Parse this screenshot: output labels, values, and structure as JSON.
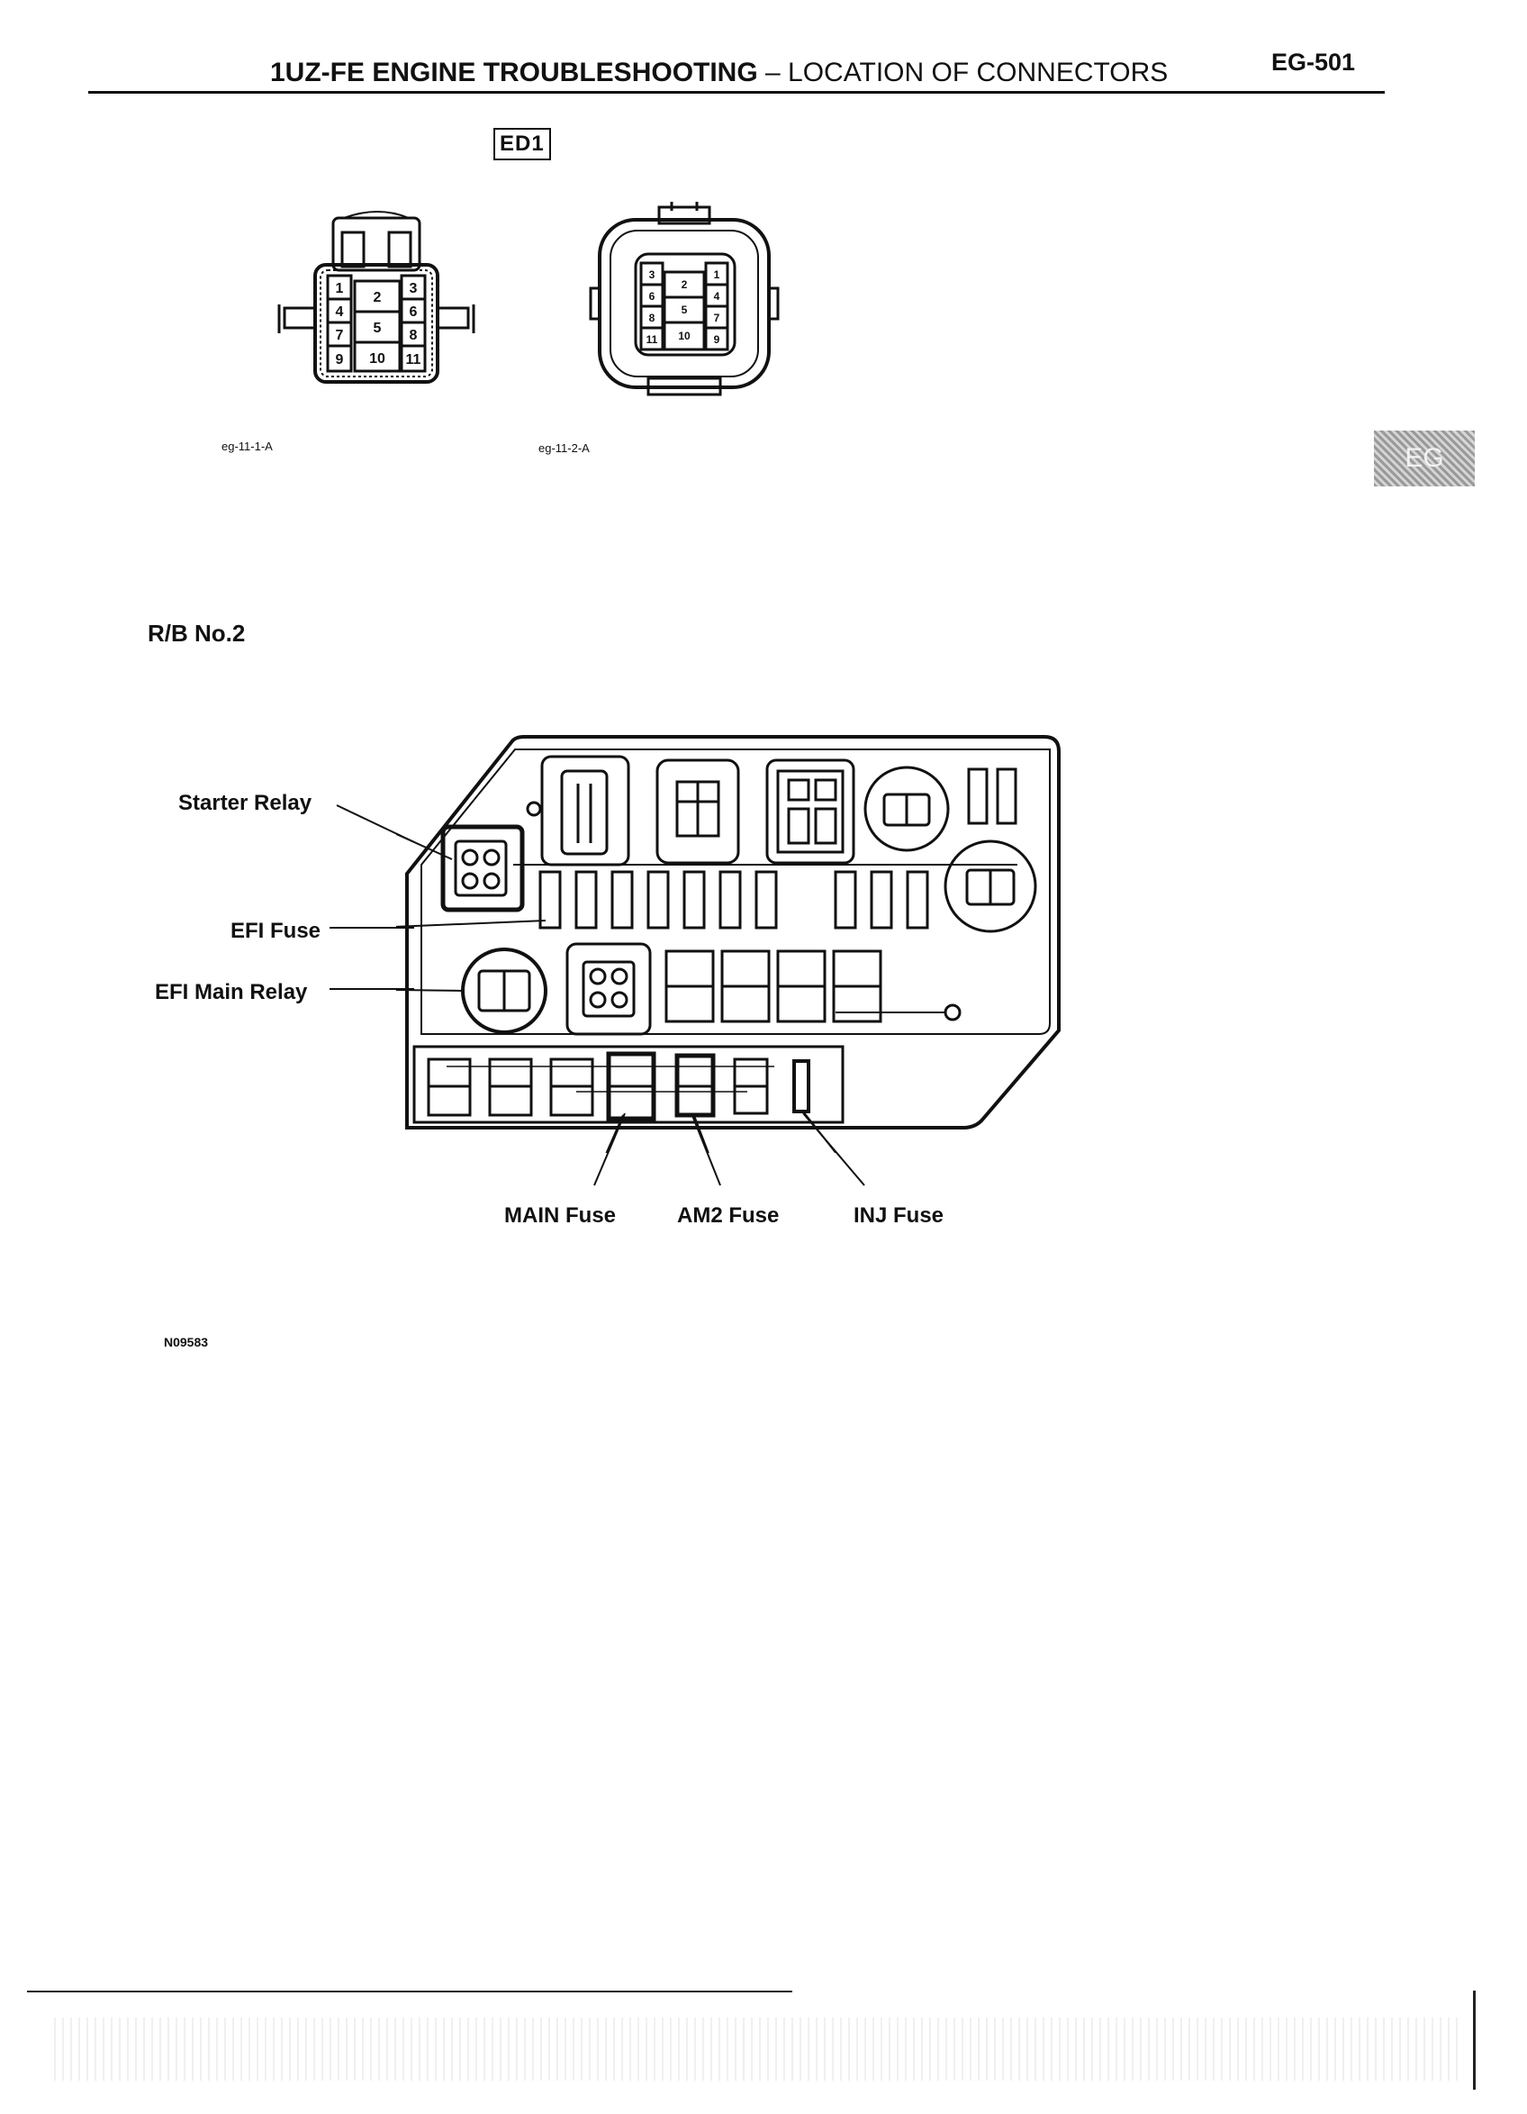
{
  "header": {
    "title_bold": "1UZ-FE ENGINE TROUBLESHOOTING",
    "title_rest": " – LOCATION OF CONNECTORS",
    "page_number": "EG-501"
  },
  "connector_section": {
    "connector_code": "ED1",
    "left_connector": {
      "caption": "eg-11-1-A",
      "pins": [
        "1",
        "2",
        "3",
        "4",
        "5",
        "6",
        "7",
        "8",
        "9",
        "10",
        "11"
      ]
    },
    "right_connector": {
      "caption": "eg-11-2-A",
      "pins": [
        "3",
        "2",
        "1",
        "6",
        "5",
        "4",
        "8",
        "7",
        "10",
        "11",
        "9"
      ]
    }
  },
  "side_tab": "EG",
  "relay_block": {
    "title": "R/B No.2",
    "labels": {
      "starter_relay": "Starter Relay",
      "efi_fuse": "EFI Fuse",
      "efi_main_relay": "EFI Main Relay",
      "main_fuse": "MAIN Fuse",
      "am2_fuse": "AM2 Fuse",
      "inj_fuse": "INJ Fuse"
    },
    "figure_code": "N09583"
  },
  "colors": {
    "ink": "#111111",
    "paper": "#ffffff",
    "tab": "#9a9a9a"
  }
}
